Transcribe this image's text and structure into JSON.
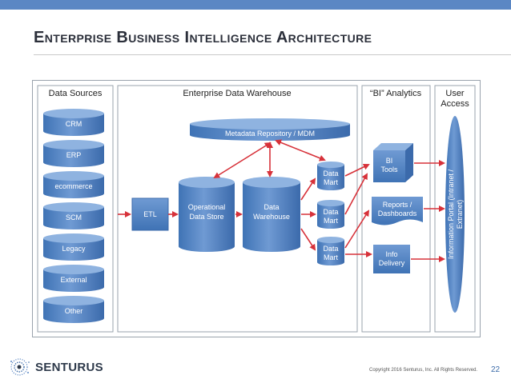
{
  "header": {
    "title": "Enterprise Business Intelligence Architecture"
  },
  "panels": {
    "sources": "Data Sources",
    "edw": "Enterprise Data Warehouse",
    "bi": "“BI” Analytics",
    "user_line1": "User",
    "user_line2": "Access"
  },
  "sources": [
    "CRM",
    "ERP",
    "ecommerce",
    "SCM",
    "Legacy",
    "External",
    "Other"
  ],
  "edw": {
    "metadata": "Metadata Repository / MDM",
    "etl": "ETL",
    "ods_line1": "Operational",
    "ods_line2": "Data Store",
    "dw_line1": "Data",
    "dw_line2": "Warehouse",
    "mart_line1": "Data",
    "mart_line2": "Mart"
  },
  "bi": {
    "tools_line1": "BI",
    "tools_line2": "Tools",
    "reports_line1": "Reports /",
    "reports_line2": "Dashboards",
    "info_line1": "Info",
    "info_line2": "Delivery"
  },
  "user_access": {
    "portal_line1": "Information Portal (Intranet /",
    "portal_line2": "Extranet)"
  },
  "footer": {
    "logo_text": "SENTURUS",
    "copyright": "Copyright 2016 Senturus, Inc. All Rights Reserved.",
    "page_number": "22"
  },
  "colors": {
    "top_bar": "#5b87c4",
    "node_blue": "#4a7fc1",
    "node_light": "#8fb3e0",
    "arrow_red": "#d7323a",
    "panel_border": "#9aa3ad",
    "page_number": "#3a6aa8"
  },
  "icons": {
    "logo": "globe-dots-icon"
  }
}
